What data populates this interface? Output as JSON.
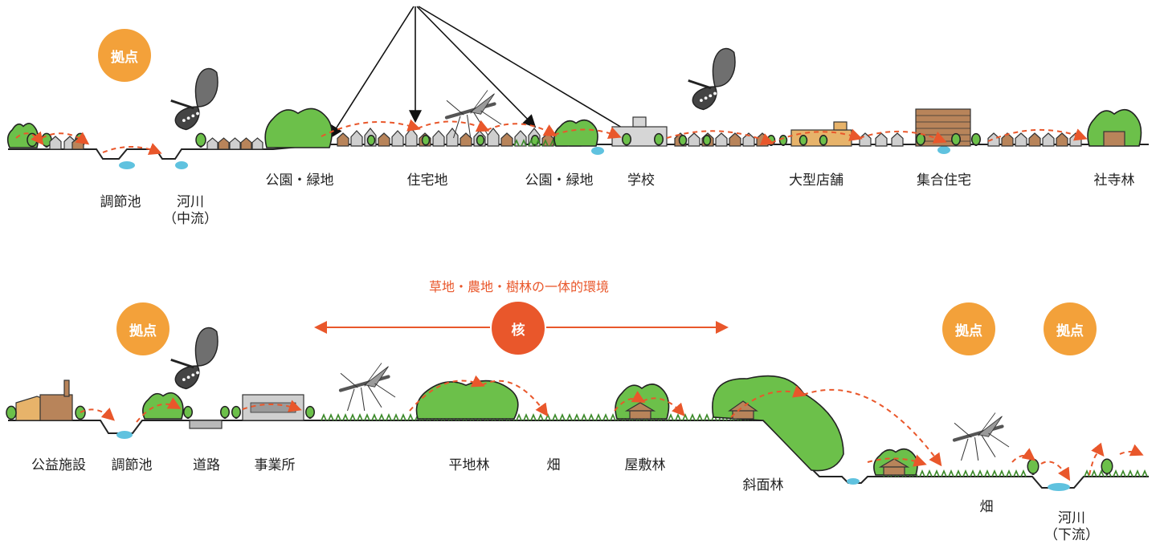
{
  "top": {
    "badge": "拠点",
    "labels": {
      "pond": "調節池",
      "river_mid": "河川\n（中流）",
      "park1": "公園・緑地",
      "residential": "住宅地",
      "park2": "公園・緑地",
      "school": "学校",
      "store": "大型店舗",
      "apartment": "集合住宅",
      "shrine_forest": "社寺林"
    }
  },
  "bottom": {
    "badges": [
      "拠点",
      "拠点",
      "拠点"
    ],
    "core_label": "核",
    "core_caption": "草地・農地・樹林の一体的環境",
    "labels": {
      "public_facility": "公益施設",
      "pond": "調節池",
      "road": "道路",
      "office": "事業所",
      "flat_forest": "平地林",
      "field1": "畑",
      "yard_forest": "屋敷林",
      "slope_forest": "斜面林",
      "field2": "畑",
      "river_low": "河川\n（下流）"
    }
  },
  "colors": {
    "badge": "#f3a13a",
    "core": "#e9572b",
    "tree": "#6cc04a",
    "tree_dark": "#3c8a2a",
    "dashed_arrow": "#e9572b",
    "water": "#5fc2df",
    "house_brown": "#b8845a",
    "house_gray": "#cfcfcf"
  },
  "icons": [
    "butterfly-icon",
    "crane-fly-icon",
    "tree-icon",
    "house-icon"
  ]
}
